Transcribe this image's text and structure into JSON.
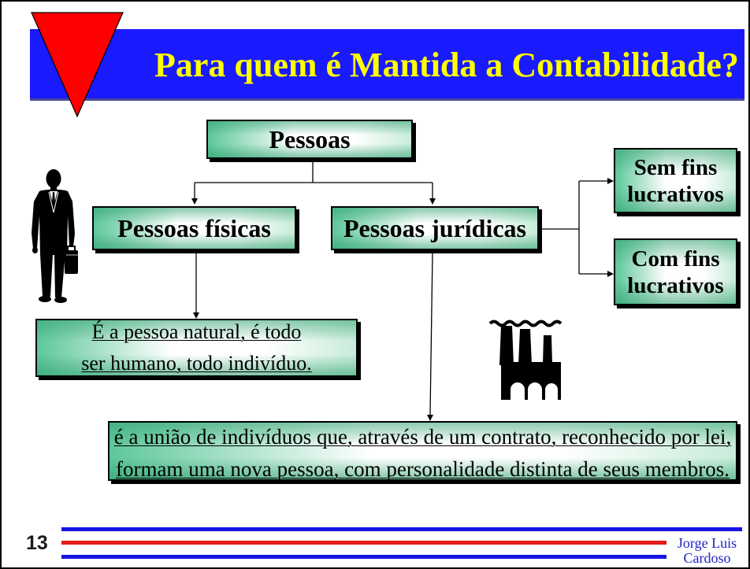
{
  "slide": {
    "title": "Para quem é Mantida a Contabilidade?"
  },
  "diagram": {
    "root": {
      "label": "Pessoas"
    },
    "pessoas_fisicas": {
      "label": "Pessoas físicas",
      "definition": [
        "É a pessoa natural, é todo",
        "ser humano, todo indivíduo."
      ]
    },
    "pessoas_juridicas": {
      "label": "Pessoas jurídicas",
      "definition": [
        "é a união de indivíduos que, através de um contrato, reconhecido por lei,",
        "formam uma nova pessoa, com personalidade distinta de seus membros."
      ],
      "types": [
        {
          "lines": [
            "Sem fins",
            "lucrativos"
          ]
        },
        {
          "lines": [
            "Com fins",
            "lucrativos"
          ]
        }
      ]
    }
  },
  "footer": {
    "slide_number": "13",
    "author": [
      "Jorge Luis",
      "Cardoso"
    ]
  },
  "icons": {
    "corner_decoration": "red-triangle-icon",
    "person": "businessman-icon",
    "company": "factory-icon"
  },
  "colors": {
    "title_banner": "#1a1aff",
    "title_text": "#ffff00",
    "triangle": "#ff0000",
    "box_gradient_green": "#3aa878",
    "footer_blue": "#1515e6",
    "footer_red": "#e31b1b",
    "author_text": "#2020c8"
  }
}
